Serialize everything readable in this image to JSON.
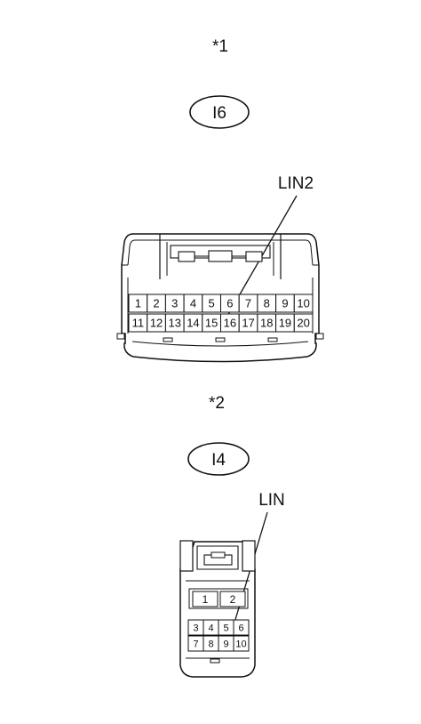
{
  "connector1": {
    "note": "*1",
    "code": "I6",
    "callout": "LIN2",
    "pins_top": [
      "1",
      "2",
      "3",
      "4",
      "5",
      "6",
      "7",
      "8",
      "9",
      "10"
    ],
    "pins_bottom": [
      "11",
      "12",
      "13",
      "14",
      "15",
      "16",
      "17",
      "18",
      "19",
      "20"
    ]
  },
  "connector2": {
    "note": "*2",
    "code": "I4",
    "callout": "LIN",
    "pins_upper": [
      "1",
      "2"
    ],
    "pins_row1": [
      "3",
      "4",
      "5",
      "6"
    ],
    "pins_row2": [
      "7",
      "8",
      "9",
      "10"
    ]
  }
}
